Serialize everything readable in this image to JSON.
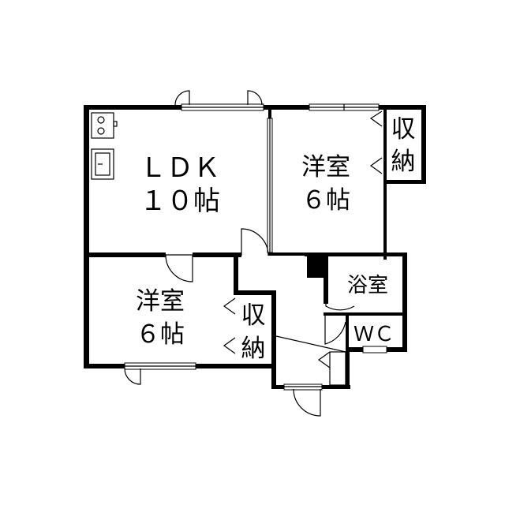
{
  "floor_plan": {
    "rooms": {
      "ldk": {
        "name": "ＬＤＫ",
        "size": "１０帖"
      },
      "western_room_north": {
        "name": "洋室",
        "size": "６帖"
      },
      "western_room_south": {
        "name": "洋室",
        "size": "６帖"
      },
      "storage_north": {
        "line1": "収",
        "line2": "納"
      },
      "storage_south": {
        "line1": "収",
        "line2": "納"
      },
      "bath": {
        "name": "浴室"
      },
      "toilet": {
        "name": "ＷＣ"
      }
    },
    "colors": {
      "wall": "#000000",
      "background": "#ffffff"
    }
  }
}
